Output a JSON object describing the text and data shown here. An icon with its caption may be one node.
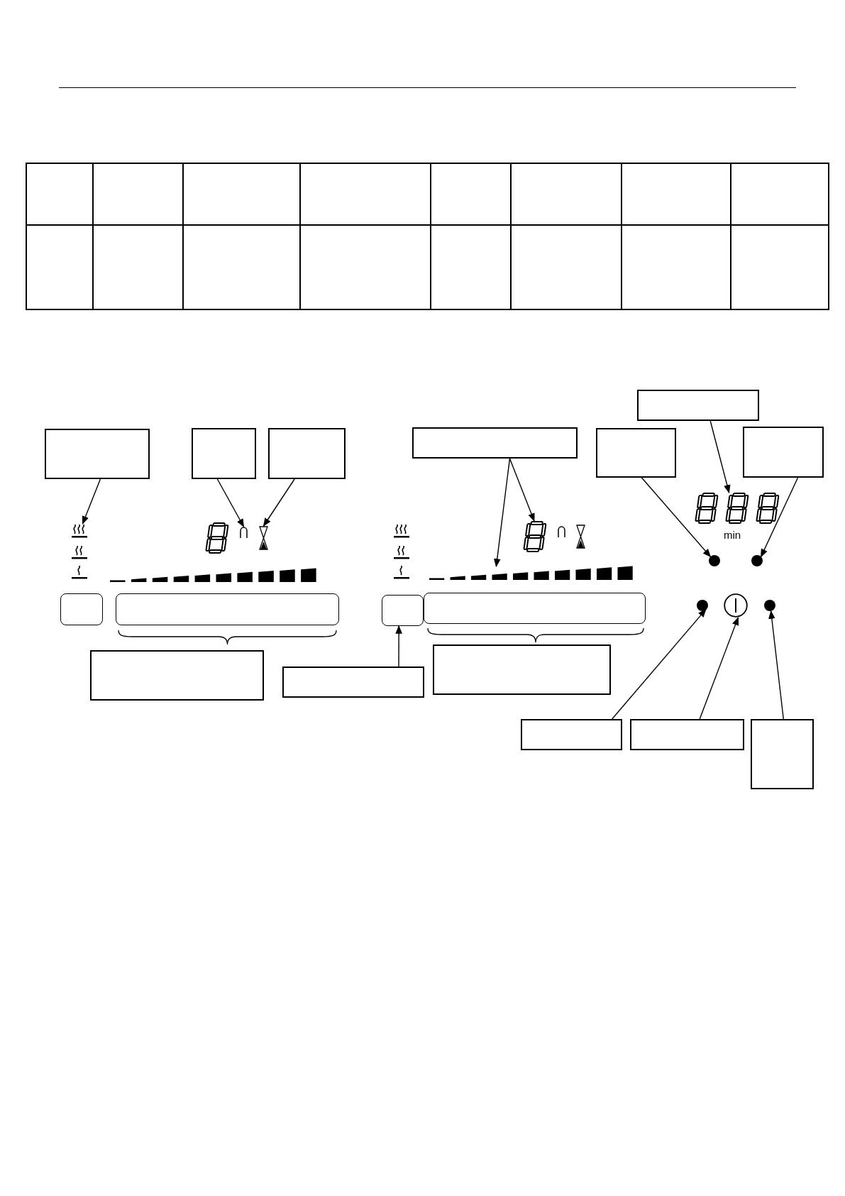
{
  "diagram": {
    "nodes": [
      {
        "text": [],
        "shape": "box"
      },
      {
        "text": [],
        "shape": "box"
      },
      {
        "text": [],
        "shape": "box"
      },
      {
        "text": [],
        "shape": "box"
      },
      {
        "text": [],
        "shape": "box"
      },
      {
        "text": [],
        "shape": "box"
      },
      {
        "text": [],
        "shape": "box"
      },
      {
        "text": [],
        "shape": "icon"
      },
      {
        "text": [],
        "shape": "icon"
      },
      {
        "text": [],
        "shape": "icon"
      },
      {
        "text": [],
        "shape": "digit"
      },
      {
        "text": [],
        "shape": "digit"
      },
      {
        "text": [],
        "shape": "circle"
      },
      {
        "text": [],
        "shape": "circle"
      },
      {
        "text": [],
        "shape": "bar"
      },
      {
        "text": [],
        "shape": "box"
      },
      {
        "text": [],
        "shape": "box"
      },
      {
        "text": [],
        "shape": "box"
      },
      {
        "text": [],
        "shape": "box"
      },
      {
        "text": [],
        "shape": "circle"
      },
      {
        "text": [],
        "shape": "circle"
      },
      {
        "text": [],
        "shape": "circle"
      },
      {
        "text": [],
        "shape": "box"
      },
      {
        "text": [],
        "shape": "box"
      },
      {
        "text": [],
        "shape": "box"
      },
      {
        "text": [],
        "shape": "box"
      },
      {
        "text": [],
        "shape": "box"
      },
      {
        "text": [],
        "shape": "box"
      },
      {
        "text": [],
        "shape": "digit"
      },
      {
        "text": [],
        "shape": "bar"
      },
      {
        "text": [],
        "shape": "icon"
      },
      {
        "text": [],
        "shape": "icon"
      },
      {
        "text": [],
        "shape": "icon"
      }
    ],
    "edges": [
      {
        "from": 1,
        "to": 7,
        "arrow": "to"
      },
      {
        "from": 2,
        "to": 8,
        "arrow": "to"
      },
      {
        "from": 3,
        "to": 9,
        "arrow": "to"
      },
      {
        "from": 4,
        "to": 29,
        "arrow": "to"
      },
      {
        "from": 4,
        "to": 11,
        "arrow": "to"
      },
      {
        "from": 0,
        "to": 28,
        "arrow": "to"
      },
      {
        "from": 5,
        "to": 12,
        "arrow": "to"
      },
      {
        "from": 6,
        "to": 13,
        "arrow": "to"
      },
      {
        "from": 23,
        "to": 17,
        "arrow": "to"
      },
      {
        "from": 25,
        "to": 19,
        "arrow": "to"
      },
      {
        "from": 26,
        "to": 20,
        "arrow": "to"
      },
      {
        "from": 27,
        "to": 21,
        "arrow": "to"
      }
    ],
    "labels": [
      "min"
    ]
  }
}
